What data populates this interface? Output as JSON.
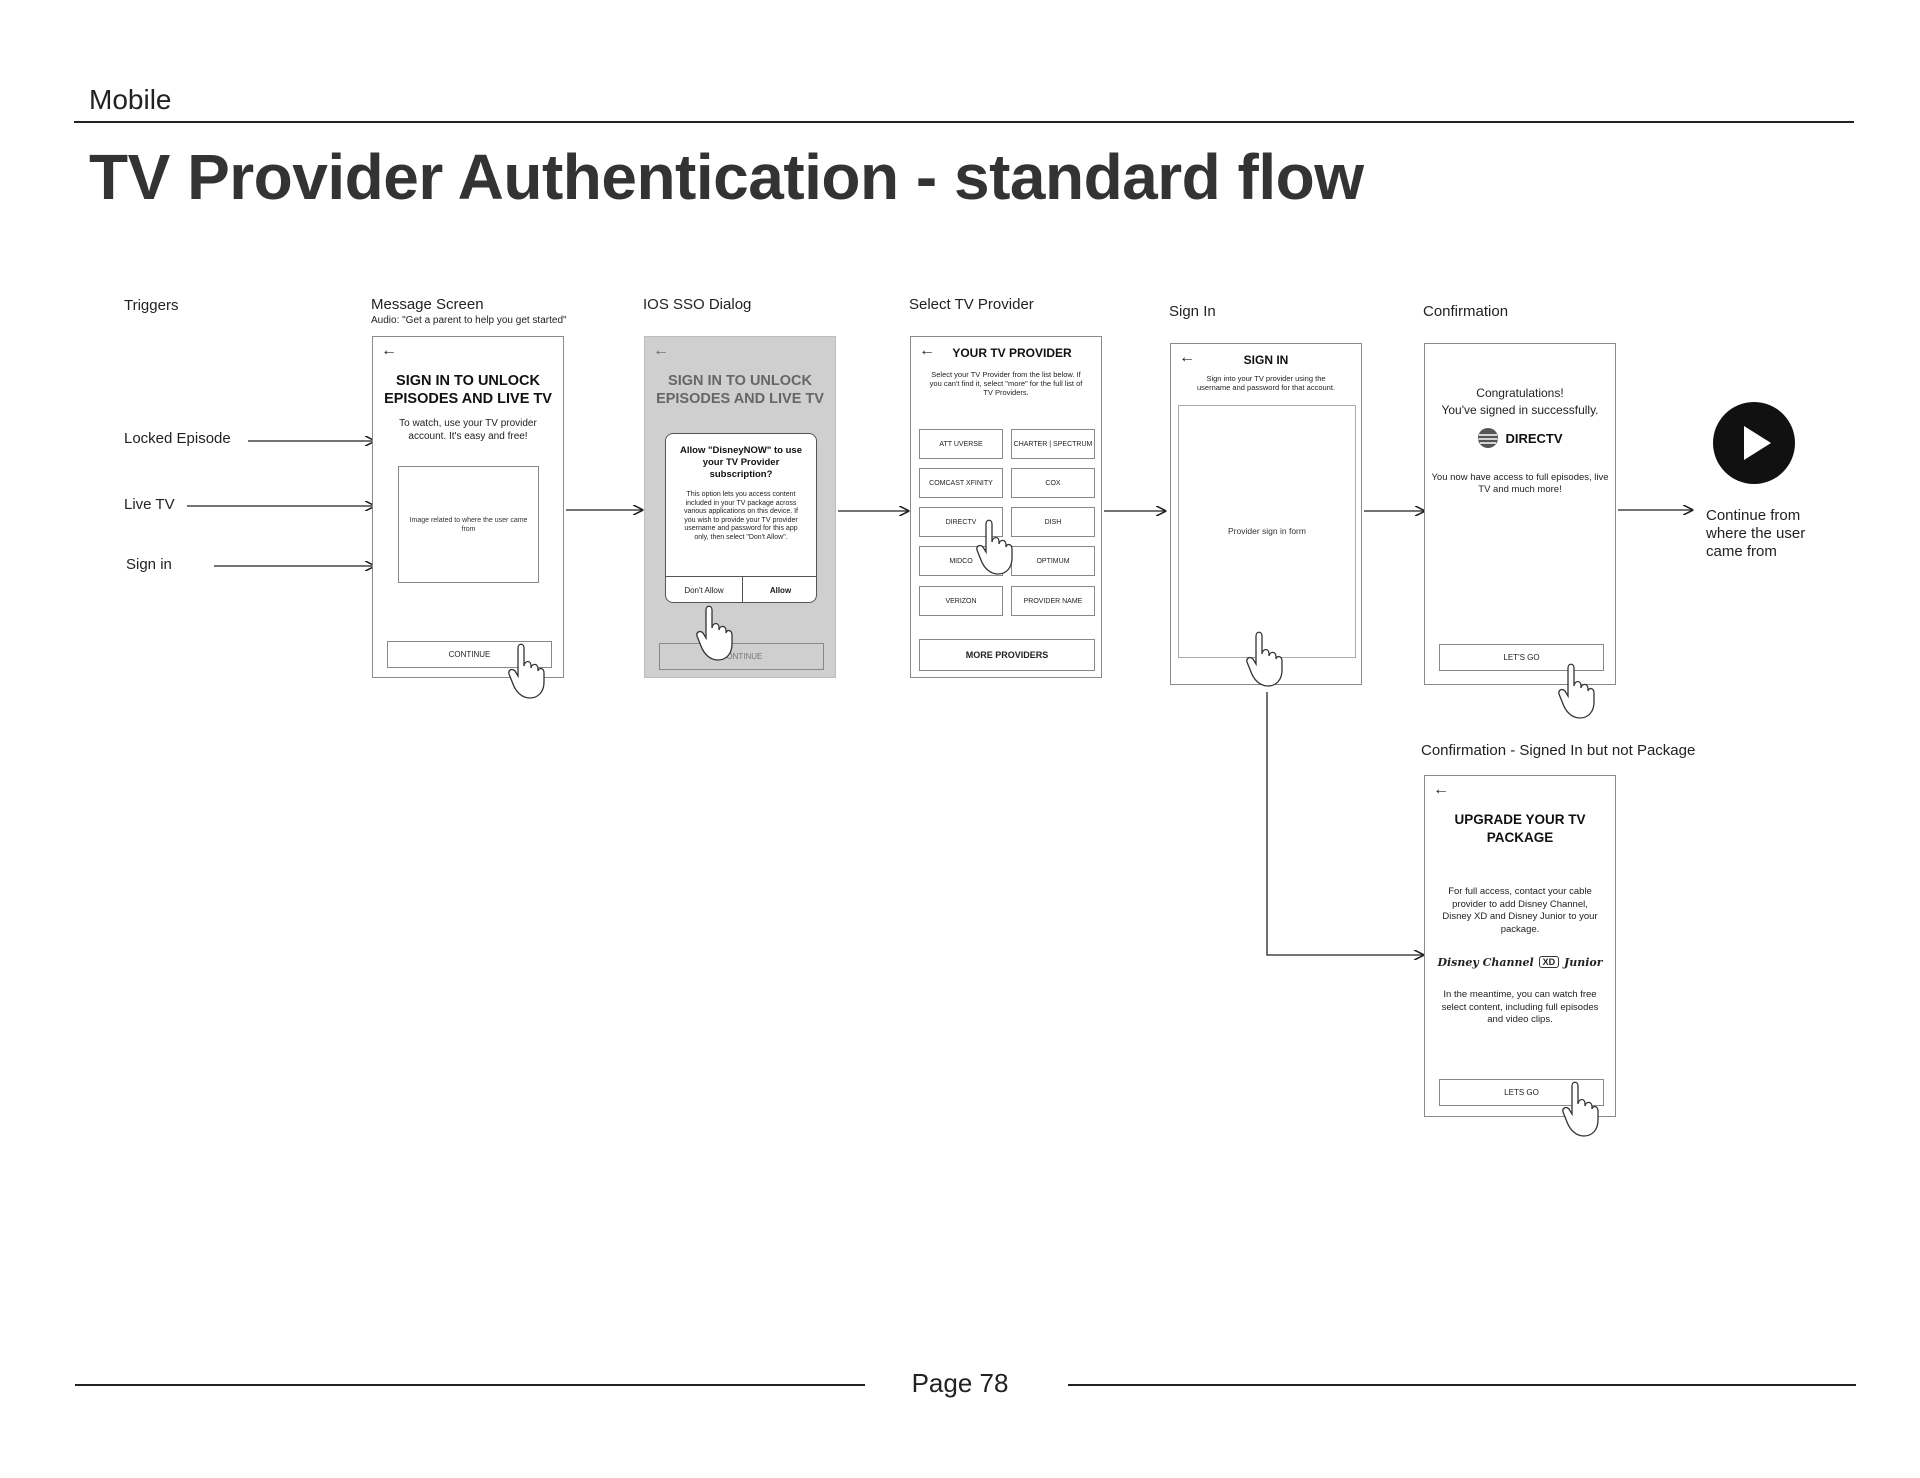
{
  "header": {
    "section": "Mobile",
    "title": "TV Provider Authentication - standard flow"
  },
  "triggers": {
    "label": "Triggers",
    "items": [
      "Locked Episode",
      "Live TV",
      "Sign in"
    ]
  },
  "screens": {
    "message": {
      "label": "Message Screen",
      "sublabel": "Audio: \"Get a parent to help you get started\"",
      "title_line1": "SIGN IN TO UNLOCK",
      "title_line2": "EPISODES AND LIVE TV",
      "body": "To watch, use your TV provider account. It's easy and free!",
      "image_text": "Image related to where the user came from",
      "button": "CONTINUE"
    },
    "sso": {
      "label": "IOS SSO Dialog",
      "title_line1": "SIGN IN TO UNLOCK",
      "title_line2": "EPISODES AND LIVE TV",
      "dialog_title": "Allow \"DisneyNOW\" to use your TV Provider subscription?",
      "dialog_body": "This option lets you access content included in your TV package across various applications on this device. If you wish to provide your TV provider username and password for this app only, then select \"Don't Allow\".",
      "deny": "Don't Allow",
      "allow": "Allow",
      "button": "CONTINUE"
    },
    "select": {
      "label": "Select TV Provider",
      "title": "YOUR TV PROVIDER",
      "body": "Select your TV Provider from the list below. If you can't find it, select \"more\" for the full list of TV Providers.",
      "providers": [
        "ATT UVERSE",
        "CHARTER | SPECTRUM",
        "COMCAST XFINITY",
        "COX",
        "DIRECTV",
        "DISH",
        "MIDCO",
        "OPTIMUM",
        "VERIZON",
        "PROVIDER NAME"
      ],
      "more": "MORE PROVIDERS"
    },
    "signin": {
      "label": "Sign In",
      "title": "SIGN IN",
      "body": "Sign into your TV provider using the username and password for that account.",
      "form": "Provider sign in form"
    },
    "confirm": {
      "label": "Confirmation",
      "line1": "Congratulations!",
      "line2": "You've signed in successfully.",
      "logo": "DIRECTV",
      "body": "You now have access to full episodes, live TV and much more!",
      "button": "LET'S GO"
    },
    "upgrade": {
      "label": "Confirmation - Signed In but not Package",
      "title_line1": "UPGRADE YOUR TV",
      "title_line2": "PACKAGE",
      "body": "For full access, contact your cable provider to add Disney Channel, Disney XD and Disney Junior to your package.",
      "logos": [
        "Disney Channel",
        "XD",
        "Junior"
      ],
      "body2": "In the meantime, you can watch free select content, including full episodes and video clips.",
      "button": "LETS GO"
    }
  },
  "end": {
    "text_line1": "Continue from",
    "text_line2": "where the user",
    "text_line3": "came from"
  },
  "footer": {
    "page": "Page 78"
  }
}
